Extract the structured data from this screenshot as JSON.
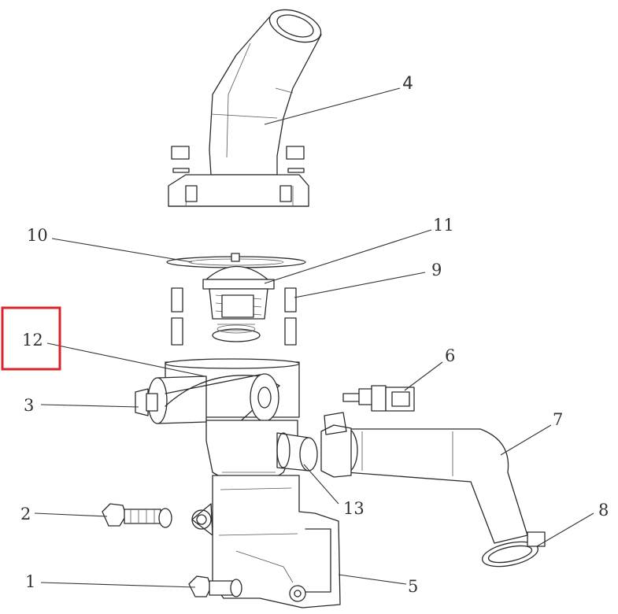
{
  "callouts": {
    "c1": "1",
    "c2": "2",
    "c3": "3",
    "c4": "4",
    "c5": "5",
    "c6": "6",
    "c7": "7",
    "c8": "8",
    "c9": "9",
    "c10": "10",
    "c11": "11",
    "c12": "12",
    "c13": "13"
  },
  "highlight": {
    "target": "12",
    "color": "#d9252a"
  }
}
